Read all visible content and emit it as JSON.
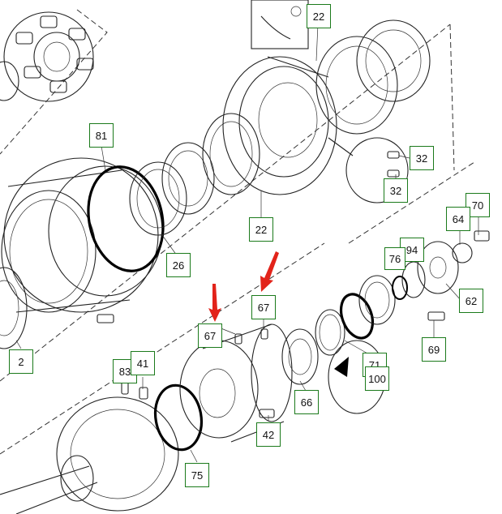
{
  "labels": {
    "l22a": "22",
    "l81": "81",
    "l32a": "32",
    "l32b": "32",
    "l22b": "22",
    "l26": "26",
    "l70": "70",
    "l64": "64",
    "l94": "94",
    "l76": "76",
    "l62": "62",
    "l67a": "67",
    "l67b": "67",
    "l69": "69",
    "l71": "71",
    "l100": "100",
    "l2": "2",
    "l83": "83",
    "l41": "41",
    "l66": "66",
    "l42": "42",
    "l75": "75"
  },
  "colors": {
    "label_border": "#1b7a1b",
    "callout_arrow": "#e2231a",
    "line": "#222222"
  }
}
